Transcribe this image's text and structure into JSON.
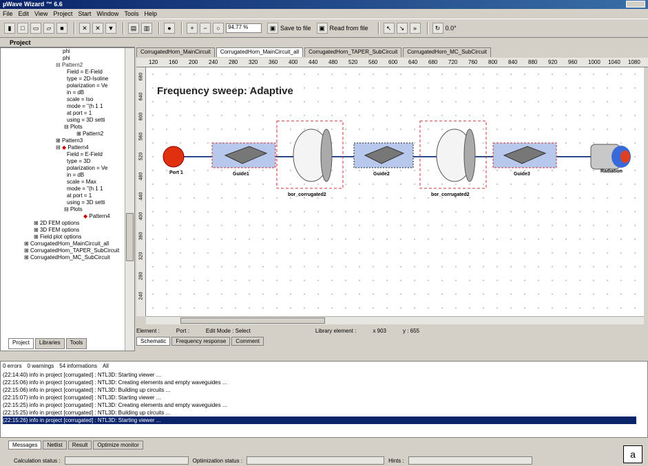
{
  "window": {
    "title": "µWave Wizard ™ 6.6"
  },
  "menu": [
    "File",
    "Edit",
    "View",
    "Project",
    "Start",
    "Window",
    "Tools",
    "Help"
  ],
  "toolbar": {
    "zoom": "94.77 %",
    "save_label": "Save to file",
    "read_label": "Read from file",
    "angle": "0.0°"
  },
  "project": {
    "header": "Project",
    "tree": [
      "phi",
      "phi",
      "Pattern2",
      "Field = E-Field",
      "type = 2D-Isoline",
      "polarization = Ve",
      "in = dB",
      "scale = Iso",
      "mode = \"(h 1 1",
      "at port = 1",
      "using = 3D setti",
      "Plots",
      "Pattern2",
      "Pattern3",
      "Pattern4",
      "Field = E-Field",
      "type = 3D",
      "polarization = Ve",
      "in = dB",
      "scale = Max",
      "mode = \"(h 1 1",
      "at port = 1",
      "using = 3D setti",
      "Plots",
      "Pattern4",
      "2D FEM options",
      "3D FEM options",
      "Field plot options",
      "CorrugatedHorn_MainCircuit_all",
      "CorrugatedHorn_TAPER_SubCircuit",
      "CorrugatedHorn_MC_SubCircuit"
    ],
    "tabs": [
      "Project",
      "Libraries",
      "Tools"
    ]
  },
  "doc_tabs": [
    "CorrugatedHorn_MainCircuit",
    "CorrugatedHorn_MainCircuit_all",
    "CorrugatedHorn_TAPER_SubCircuit",
    "CorrugatedHorn_MC_SubCircuit"
  ],
  "ruler_h": [
    "120",
    "160",
    "200",
    "240",
    "280",
    "320",
    "360",
    "400",
    "440",
    "480",
    "520",
    "560",
    "600",
    "640",
    "680",
    "720",
    "760",
    "800",
    "840",
    "880",
    "920",
    "960",
    "1000",
    "1040",
    "1080"
  ],
  "ruler_v": [
    "680",
    "640",
    "600",
    "560",
    "520",
    "480",
    "440",
    "400",
    "360",
    "320",
    "280",
    "240"
  ],
  "canvas": {
    "sweep": "Frequency sweep: Adaptive",
    "labels": {
      "port": "Port 1",
      "guide1": "Guide1",
      "bor1": "bor_corrugated2",
      "guide2": "Guide2",
      "bor2": "bor_corrugated2",
      "guide3": "Guide3",
      "radiation": "Radiation"
    }
  },
  "status": {
    "element": "Element :",
    "port": "Port :",
    "editmode": "Edit Mode :  Select",
    "library": "Library element :",
    "x": "x  903",
    "y": "y : 655"
  },
  "view_tabs": [
    "Schematic",
    "Frequency response",
    "Comment"
  ],
  "messages": {
    "summary": [
      "0 errors",
      "0 warnings",
      "54 informations",
      "All"
    ],
    "lines": [
      "(22:14:40)  info in project [corrugated] : NTL3D: Starting viewer ...",
      "(22:15:06)  info in project [corrugated] : NTL3D: Creating elements and empty waveguides ...",
      "(22:15:06)  info in project [corrugated] : NTL3D: Building up circuits ...",
      "(22:15:07)  info in project [corrugated] : NTL3D: Starting viewer ...",
      "(22:15:25)  info in project [corrugated] : NTL3D: Creating elements and empty waveguides ...",
      "(22:15:25)  info in project [corrugated] : NTL3D: Building up circuits ...",
      "(22:15:26)  info in project [corrugated] : NTL3D: Starting viewer ..."
    ],
    "tabs": [
      "Messages",
      "Netlist",
      "Result",
      "Optimize monitor"
    ]
  },
  "bottom": {
    "calc": "Calculation status :",
    "opt": "Optimization status :",
    "hints": "Hints :"
  },
  "corner": "a"
}
